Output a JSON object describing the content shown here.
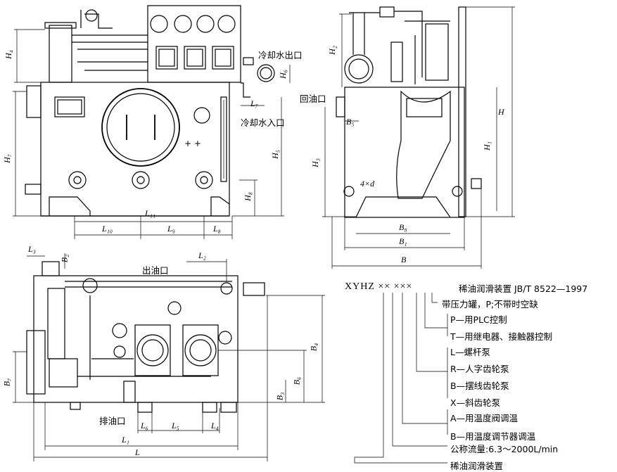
{
  "labels": {
    "H": "H",
    "H1": "H₁",
    "H2": "H₂",
    "H3": "H₃",
    "H4": "H₄",
    "H5": "H₅",
    "H6": "H₆",
    "H7": "H₇",
    "H8": "H₈",
    "B": "B",
    "B1": "B₁",
    "B2": "B₂",
    "B3": "B₃",
    "B4": "B₄",
    "B5": "B₅",
    "B6": "B₆",
    "B7": "B₇",
    "B8": "B₈",
    "L": "L",
    "L1": "L₁",
    "L2": "L₂",
    "L3": "L₃",
    "L4": "L₄",
    "L5": "L₅",
    "L6": "L₆",
    "L7": "L₇",
    "L8": "L₈",
    "L9": "L₉",
    "L10": "L₁₀",
    "L11": "L₁₁",
    "holes": "4×d"
  },
  "callouts": {
    "cooling_out": "冷却水出口",
    "cooling_in": "冷却水入口",
    "return_oil": "回油口",
    "oil_outlet": "出油口",
    "drain": "排油口"
  },
  "legend": {
    "code": "XYHZ ×× ×××",
    "lines": [
      "稀油润滑装置  JB/T 8522—1997",
      "带压力罐，P;不带时空缺",
      "P—用PLC控制",
      "T—用继电器、接触器控制",
      "L—螺杆泵",
      "R—人字齿轮泵",
      "B—摆线齿轮泵",
      "X—斜齿轮泵",
      "A—用温度阀调温",
      "B—用温度调节器调温",
      "公称流量:6.3～2000L/min",
      "稀油润滑装置"
    ]
  }
}
